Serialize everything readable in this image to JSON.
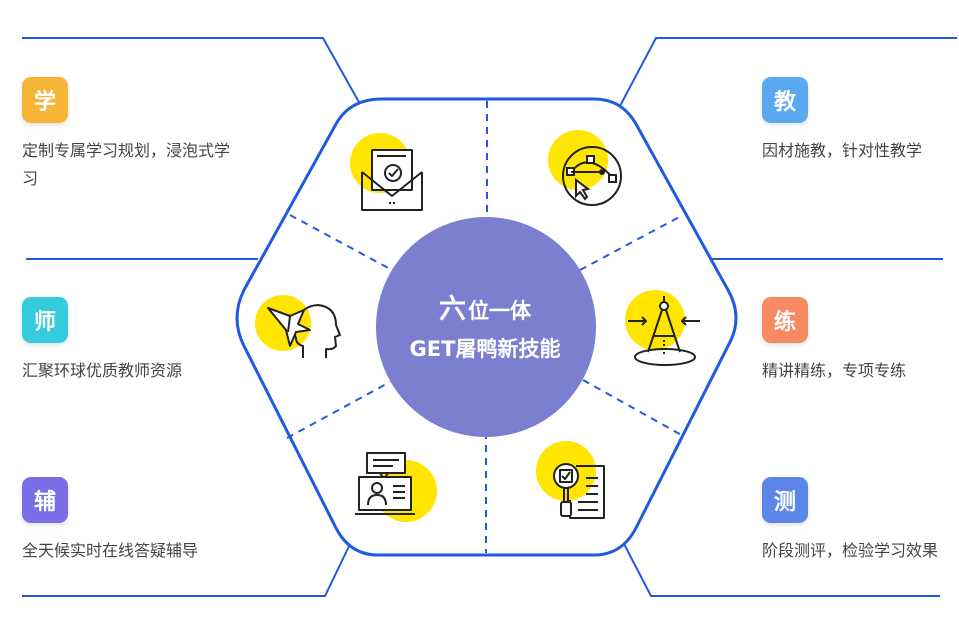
{
  "center": {
    "title_big": "六",
    "title_rest": "位一体",
    "subtitle": "GET屠鸭新技能"
  },
  "features": {
    "learn": {
      "badge": "学",
      "color": "#F7B538",
      "desc": "定制专属学习规划，浸泡式学习"
    },
    "teacher": {
      "badge": "师",
      "color": "#34CBDC",
      "desc": "汇聚环球优质教师资源"
    },
    "tutor": {
      "badge": "辅",
      "color": "#7B6DE6",
      "desc": "全天候实时在线答疑辅导"
    },
    "teach": {
      "badge": "教",
      "color": "#5AA9F0",
      "desc": "因材施教，针对性教学"
    },
    "practice": {
      "badge": "练",
      "color": "#F78A62",
      "desc": "精讲精练，专项专练"
    },
    "test": {
      "badge": "测",
      "color": "#5C86E8",
      "desc": "阶段测评，检验学习效果"
    }
  },
  "colors": {
    "hex_stroke": "#1F5AE0",
    "center_circle": "#7B7FD0",
    "icon_circle": "#FFE500",
    "icon_line": "#222222"
  },
  "icons": [
    "envelope-icon",
    "design-curve-icon",
    "bird-head-icon",
    "compass-icon",
    "online-teacher-icon",
    "magnifier-document-icon"
  ]
}
